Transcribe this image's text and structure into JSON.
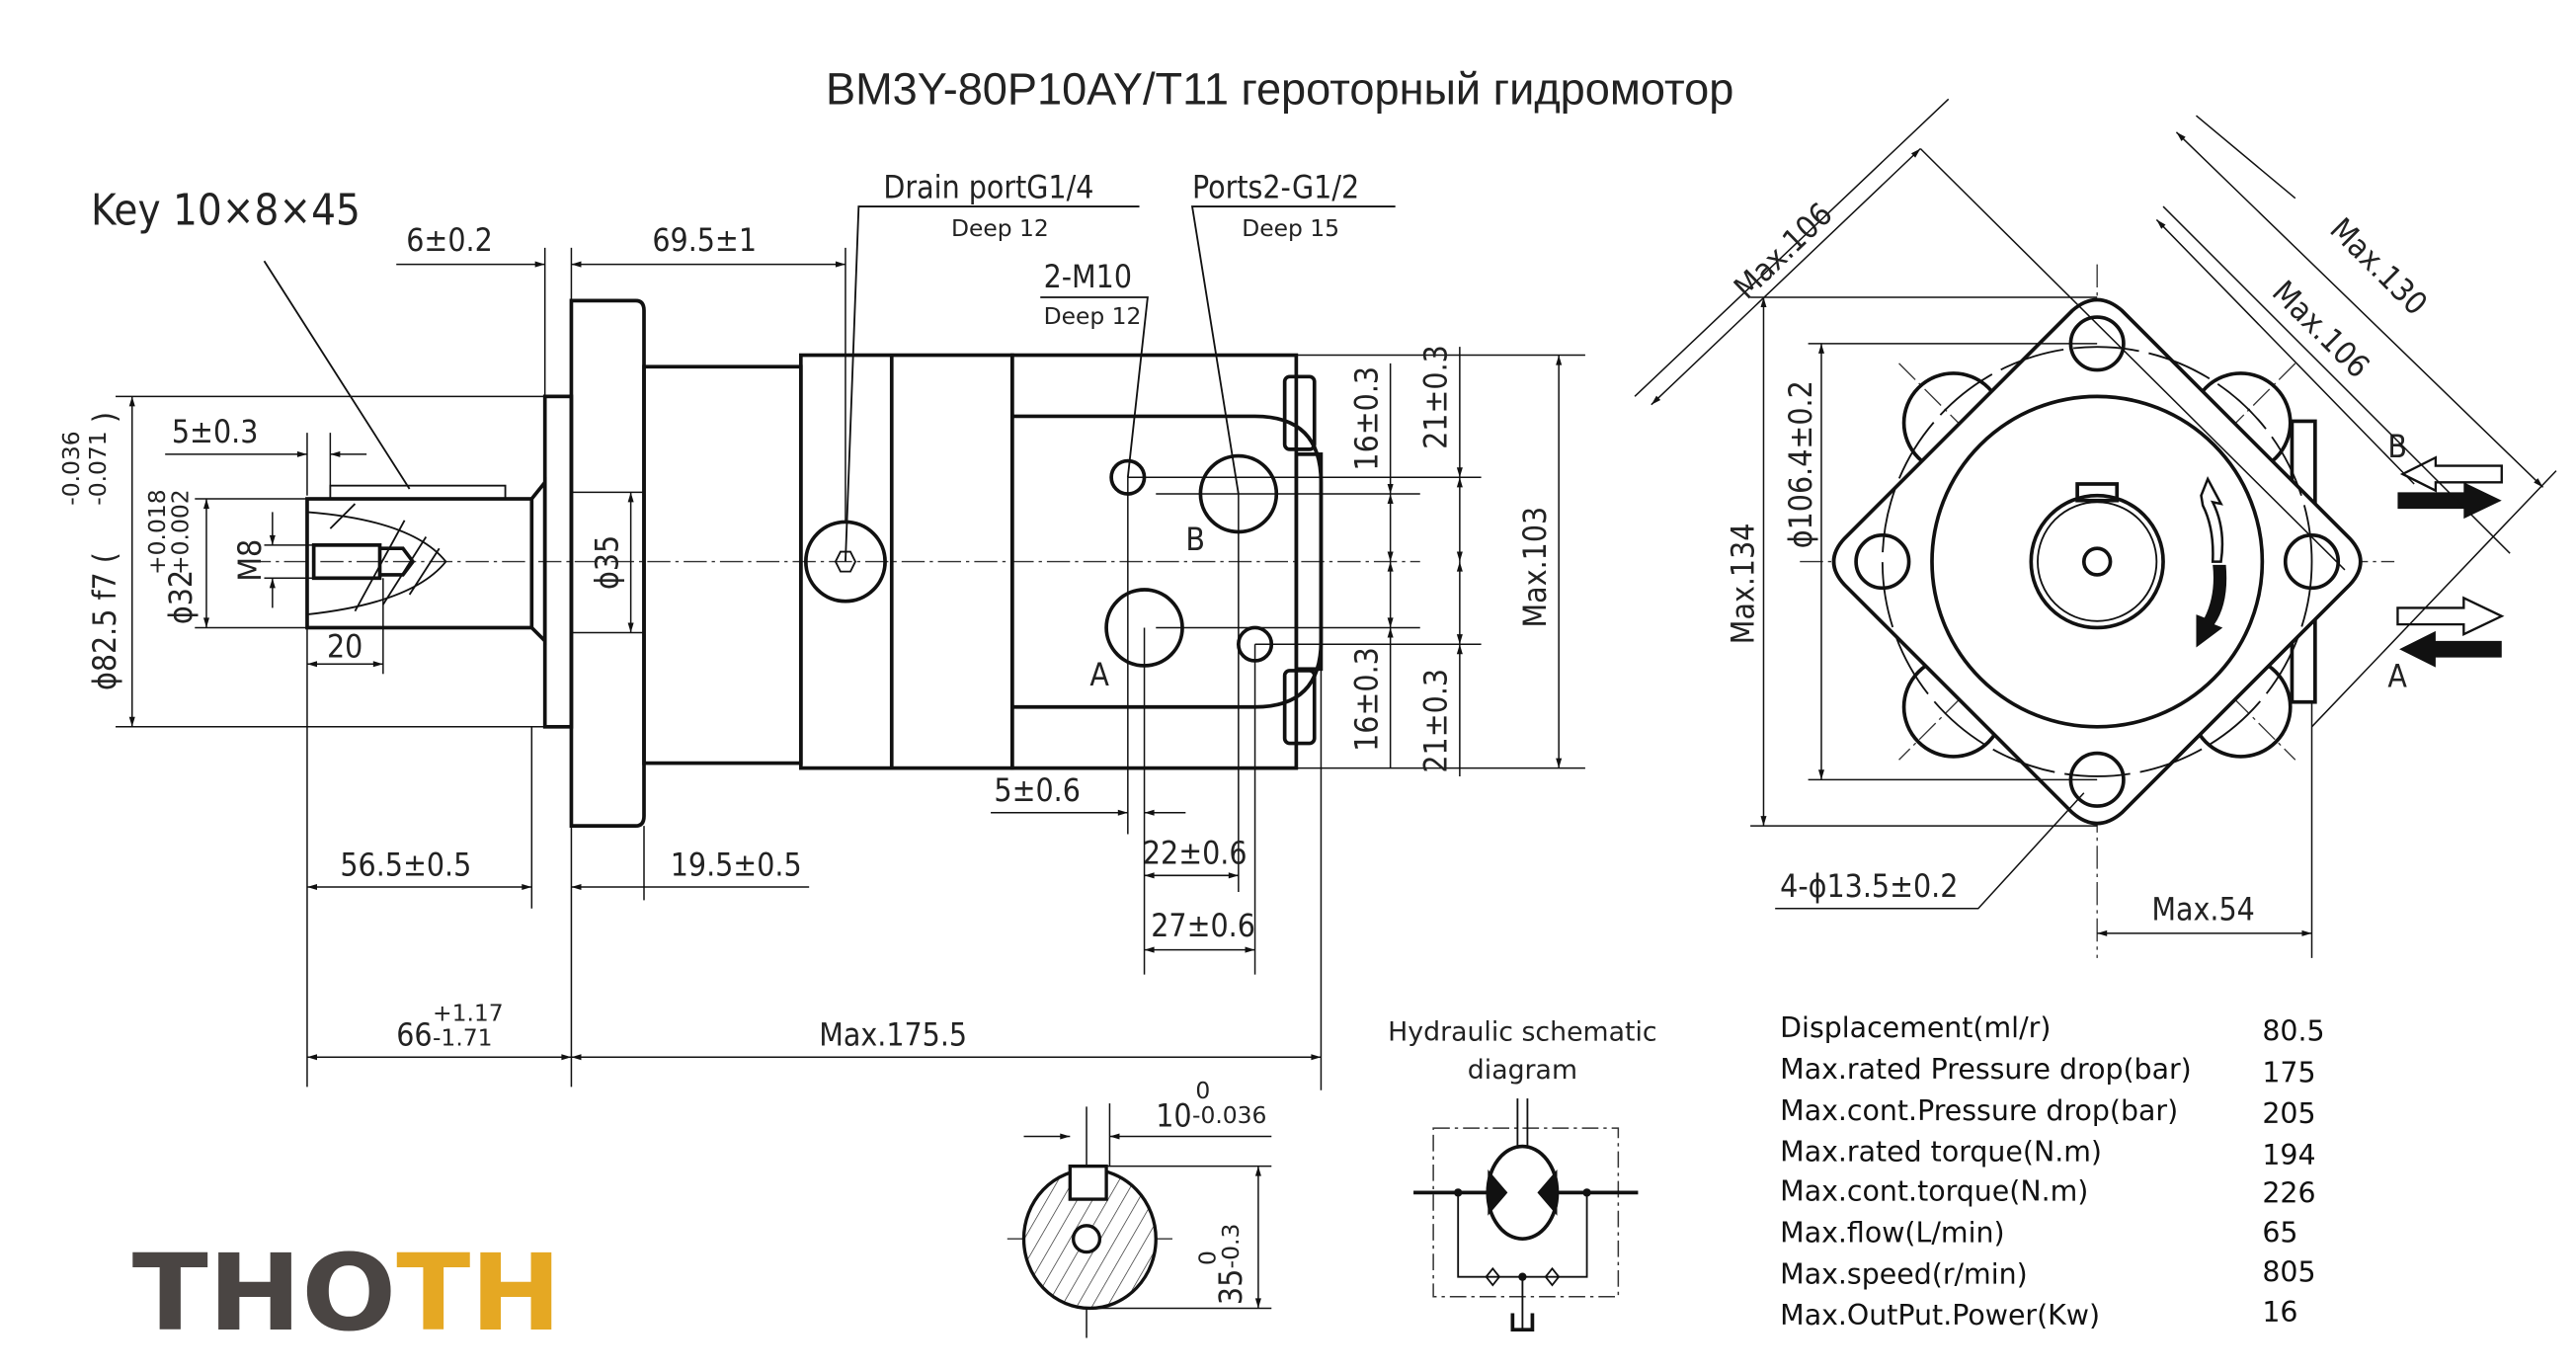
{
  "title": "BM3Y-80P10AY/T11 героторный гидромотор",
  "side_view": {
    "key_label": "Key 10×8×45",
    "drain_port": {
      "label": "Drain portG1/4",
      "sub": "Deep 12"
    },
    "ports": {
      "label": "Ports2-G1/2",
      "sub": "Deep 15"
    },
    "m10": {
      "label": "2-M10",
      "sub": "Deep 12"
    },
    "port_b": "B",
    "port_a": "A",
    "dims": {
      "d6": "6±0.2",
      "d69": "69.5±1",
      "d5": "5±0.3",
      "d82": "ϕ82.5 f7 (",
      "d82_tol_upper": "-0.036",
      "d82_tol_lower": "-0.071",
      "d82_close": ")",
      "d32": "ϕ32",
      "d32_tol_upper": "+0.018",
      "d32_tol_lower": "+0.002",
      "m8": "M8",
      "d35": "ϕ35",
      "d20": "20",
      "d16_top": "16±0.3",
      "d21_top": "21±0.3",
      "d16_bot": "16±0.3",
      "d21_bot": "21±0.3",
      "max103": "Max.103",
      "d5_06": "5±0.6",
      "d22": "22±0.6",
      "d27": "27±0.6",
      "d56": "56.5±0.5",
      "d19": "19.5±0.5",
      "d66": "66",
      "d66_upper": "+1.17",
      "d66_lower": "-1.71",
      "max175": "Max.175.5"
    }
  },
  "front_view": {
    "max106_a": "Max.106",
    "max130": "Max.130",
    "max106_b": "Max.106",
    "max134": "Max.134",
    "d106": "ϕ106.4±0.2",
    "holes": "4-ϕ13.5±0.2",
    "max54": "Max.54",
    "port_b": "B",
    "port_a": "A"
  },
  "shaft_section": {
    "key_width": "10",
    "key_upper": "0",
    "key_lower": "-0.036",
    "diam": "35",
    "diam_upper": "0",
    "diam_lower": "-0.3"
  },
  "schematic": {
    "line1": "Hydraulic schematic",
    "line2": "diagram"
  },
  "specs": [
    {
      "label": "Displacement(ml/r)",
      "value": "80.5"
    },
    {
      "label": "Max.rated Pressure drop(bar)",
      "value": "175"
    },
    {
      "label": "Max.cont.Pressure drop(bar)",
      "value": "205"
    },
    {
      "label": "Max.rated torque(N.m)",
      "value": "194"
    },
    {
      "label": "Max.cont.torque(N.m)",
      "value": "226"
    },
    {
      "label": "Max.flow(L/min)",
      "value": "65"
    },
    {
      "label": "Max.speed(r/min)",
      "value": "805"
    },
    {
      "label": "Max.OutPut.Power(Kw)",
      "value": "16"
    }
  ],
  "logo": {
    "text_dark": "THO",
    "text_accent": "TH",
    "color_dark": "#4a4543",
    "color_accent": "#e5a823"
  }
}
